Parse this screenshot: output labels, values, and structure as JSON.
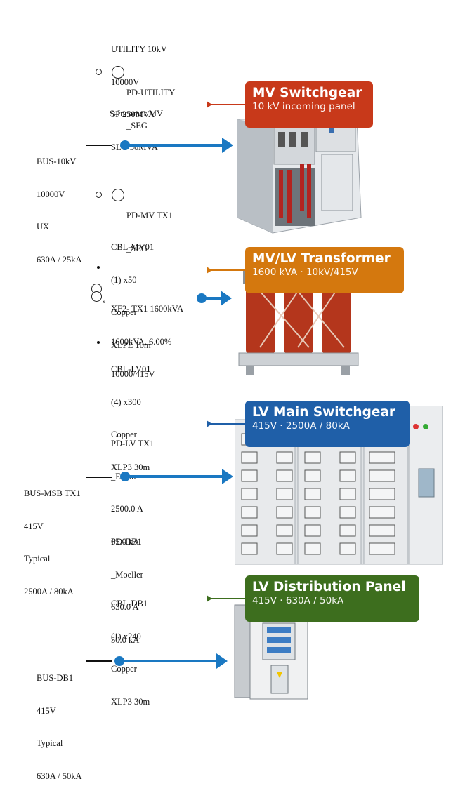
{
  "utility": {
    "lines": [
      "UTILITY 10kV",
      "10000V",
      "3P 250MVA",
      "SLG 50MVA"
    ]
  },
  "pd_utility": {
    "lines": [
      "PD-UTILITY",
      "_SEG"
    ]
  },
  "incomer": {
    "label": "S-Incomer MV"
  },
  "bus_10kv": {
    "lines": [
      "BUS-10kV",
      "10000V",
      "UX",
      "630A / 25kA"
    ]
  },
  "pd_mv_tx1": {
    "lines": [
      "PD-MV TX1",
      "_SEG"
    ]
  },
  "cbl_mv01": {
    "lines": [
      "CBL-MV01",
      "(1) x50",
      "Copper",
      "XLPE 10m"
    ]
  },
  "xf2_tx1": {
    "lines": [
      "XF2- TX1 1600kVA",
      "1600kVA, 6.00%",
      "10000/415V"
    ],
    "sub_mark": "s"
  },
  "cbl_lv01": {
    "lines": [
      "CBL-LV01",
      "(4) x300",
      "Copper",
      "XLP3 30m"
    ]
  },
  "pd_lv_tx1": {
    "lines": [
      "PD-LV TX1",
      "_Eaton",
      "2500.0 A",
      "65.0 kA"
    ]
  },
  "bus_msb_tx1": {
    "lines": [
      "BUS-MSB TX1",
      "415V",
      "Typical",
      "2500A / 80kA"
    ]
  },
  "pd_db1": {
    "lines": [
      "PD-DB1",
      "_Moeller",
      "630.0 A",
      "50.0 kA"
    ]
  },
  "cbl_db1": {
    "lines": [
      "CBL-DB1",
      "(1) x240",
      "Copper",
      "XLP3 30m"
    ]
  },
  "bus_db1": {
    "lines": [
      "BUS-DB1",
      "415V",
      "Typical",
      "630A / 50kA"
    ]
  },
  "callouts": {
    "mv_switchgear": {
      "title": "MV Switchgear",
      "sub": "10 kV incoming panel",
      "color": "#c8391a"
    },
    "transformer": {
      "title": "MV/LV Transformer",
      "sub": "1600 kVA · 10kV/415V",
      "color": "#d4780e"
    },
    "lv_main": {
      "title": "LV Main Switchgear",
      "sub": "415V · 2500A / 80kA",
      "color": "#1f5fa8"
    },
    "lv_dist": {
      "title": "LV Distribution Panel",
      "sub": "415V · 630A / 50kA",
      "color": "#3d6e1e"
    }
  },
  "colors": {
    "arrow": "#1a78c2"
  }
}
